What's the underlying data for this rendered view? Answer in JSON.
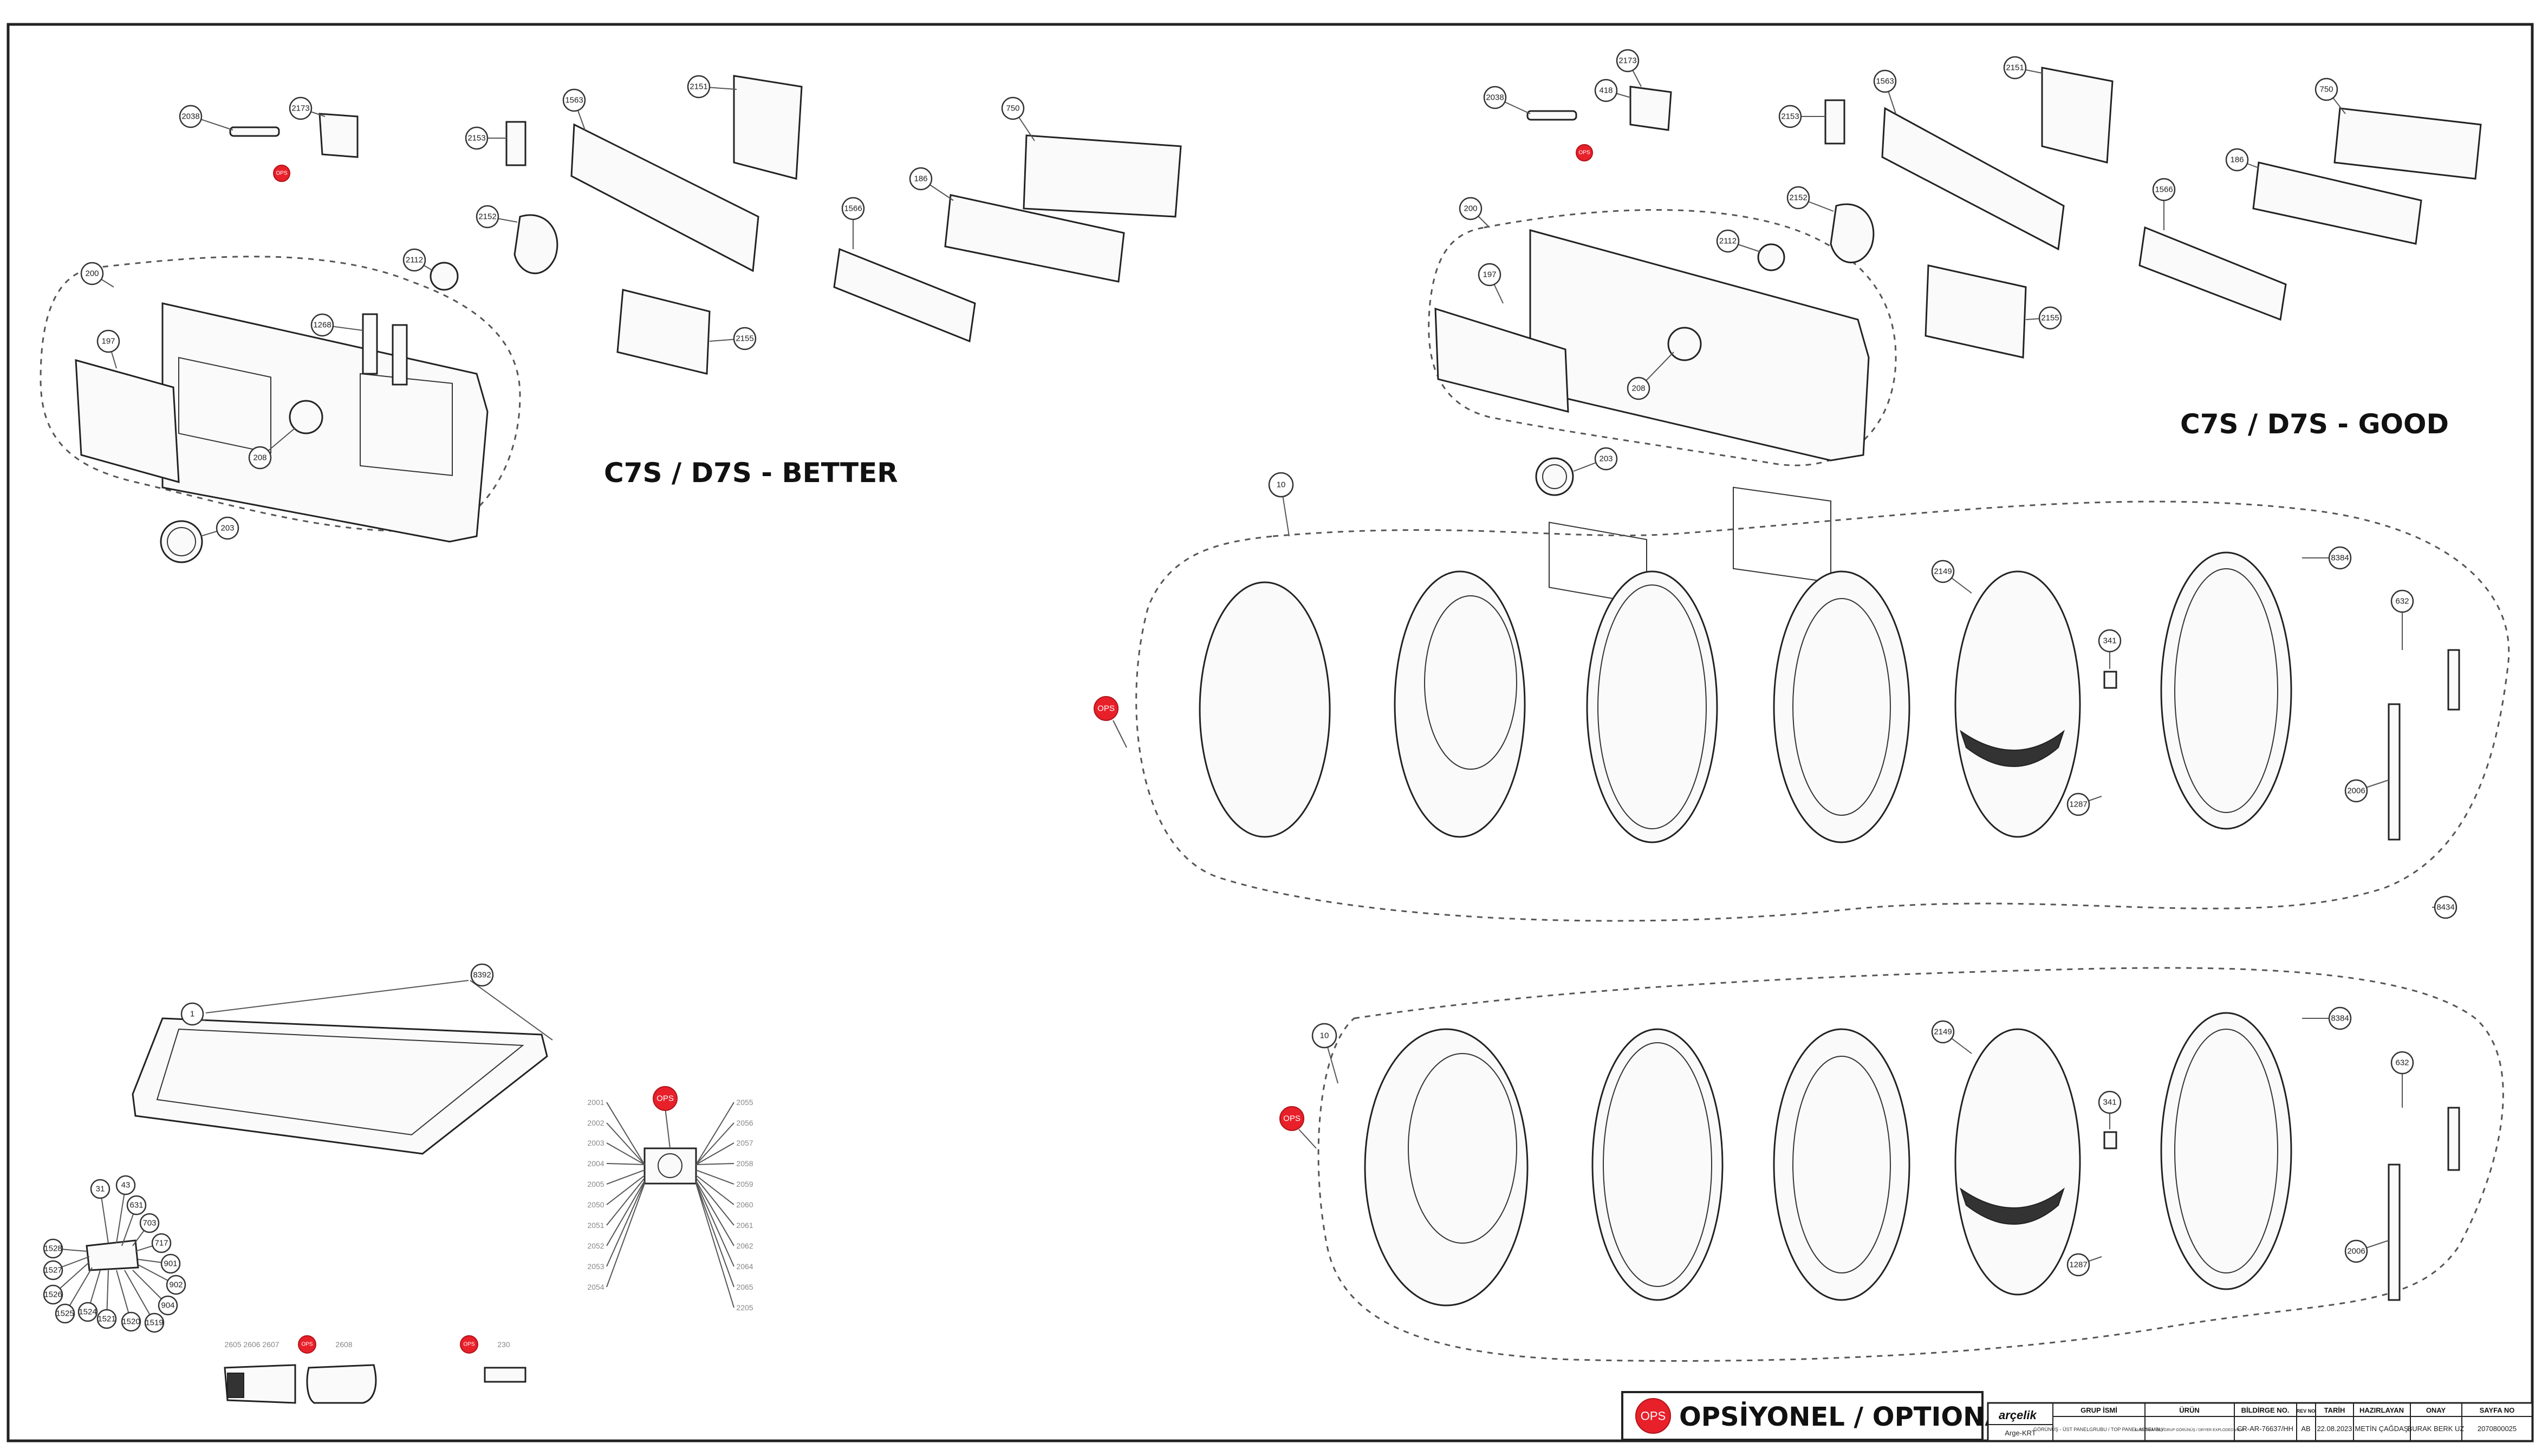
{
  "headings": {
    "better": "C7S / D7S - BETTER",
    "good": "C7S / D7S - GOOD"
  },
  "ops_label": "OPS",
  "legend": {
    "badge": "OPS",
    "text": "OPSİYONEL / OPTIONAL"
  },
  "callouts": {
    "better": [
      "2038",
      "2173",
      "2153",
      "1563",
      "2151",
      "750",
      "186",
      "1566",
      "2152",
      "2112",
      "200",
      "197",
      "1268",
      "208",
      "2155",
      "203"
    ],
    "good": [
      "2038",
      "2173",
      "418",
      "2153",
      "1563",
      "2151",
      "750",
      "186",
      "1566",
      "2152",
      "2112",
      "200",
      "197",
      "208",
      "2155",
      "203"
    ],
    "door_top": [
      "10",
      "2149",
      "8384",
      "632",
      "341",
      "1287",
      "2006",
      "8434"
    ],
    "door_bottom": [
      "10",
      "2149",
      "8384",
      "632",
      "341",
      "1287",
      "2006"
    ],
    "top_panel": [
      "1",
      "8392"
    ],
    "cluster": [
      "31",
      "43",
      "631",
      "703",
      "717",
      "901",
      "902",
      "904",
      "1519",
      "1520",
      "1521",
      "1524",
      "1525",
      "1526",
      "1527",
      "1528"
    ],
    "connector_left": [
      "2001",
      "2002",
      "2003",
      "2004",
      "2005",
      "2050",
      "2051",
      "2052",
      "2053",
      "2054"
    ],
    "connector_right": [
      "2055",
      "2056",
      "2057",
      "2058",
      "2059",
      "2060",
      "2061",
      "2062",
      "2064",
      "2065",
      "2205"
    ],
    "bottom_small": [
      "2605",
      "2606",
      "2607",
      "2608",
      "230"
    ]
  },
  "title_block": {
    "logo": "arçelik",
    "dept": "Arge-KRT",
    "headers": [
      "GRUP İSMİ",
      "ÜRÜN",
      "BİLDİRGE NO.",
      "REV NO",
      "TARİH",
      "HAZIRLAYAN",
      "ONAY",
      "SAYFA NO"
    ],
    "group_name": "GÖRÜNÜŞ - ÜST PANELGRUBU / TOP PANEL ASSEMBLY",
    "product": "KURUTMA - DIŞ GRUP GÖRÜNÜŞ / DRYER EXPLODED VIEW",
    "notice_no": "CR-AR-76637/HH",
    "rev_no": "AB",
    "date": "22.08.2023",
    "prepared": "METİN ÇAĞDAŞ",
    "approved": "BURAK BERK UZ",
    "page_no": "2070800025"
  },
  "colors": {
    "ops_red": "#e8202a",
    "line": "#222222",
    "dashed": "#555555"
  }
}
